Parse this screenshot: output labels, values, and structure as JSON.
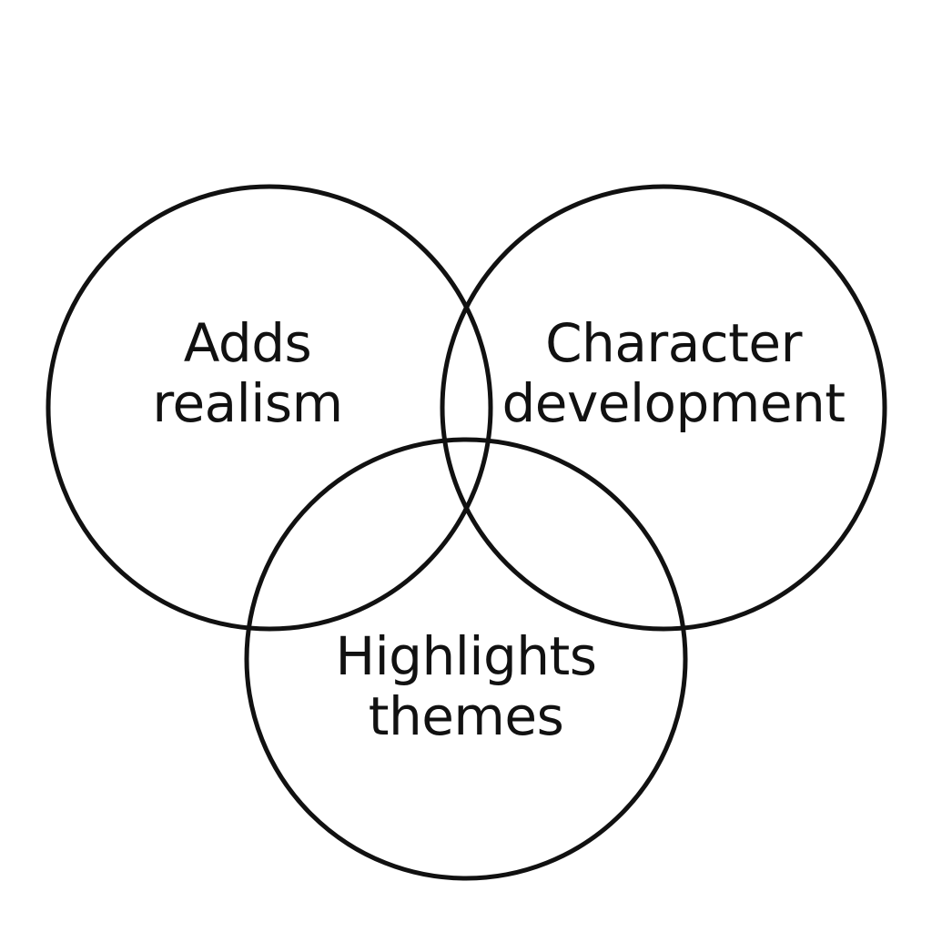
{
  "colors": {
    "background": "#ffffff",
    "stroke": "#111111",
    "text": "#111111"
  },
  "diagram": {
    "type": "venn",
    "sets": [
      {
        "id": "left",
        "lines": [
          "Adds",
          "realism"
        ]
      },
      {
        "id": "right",
        "lines": [
          "Character",
          "development"
        ]
      },
      {
        "id": "bottom",
        "lines": [
          "Highlights",
          "themes"
        ]
      }
    ]
  }
}
